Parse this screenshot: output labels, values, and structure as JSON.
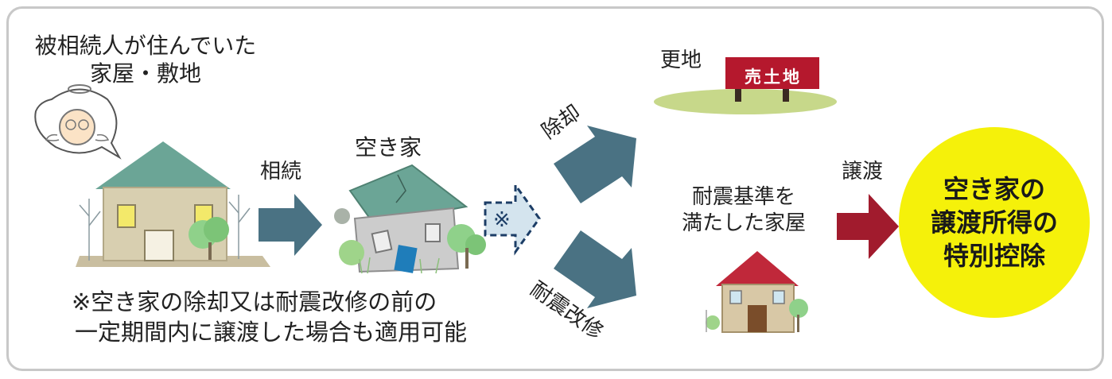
{
  "heir_house_label": "被相続人が住んでいた\n家屋・敷地",
  "inherit_label": "相続",
  "vacant_house_label": "空き家",
  "note_mark": "※",
  "demolish_label": "除却",
  "retrofit_label": "耐震改修",
  "vacant_lot_label": "更地",
  "sign_text": "売土地",
  "earthquake_house_label": "耐震基準を\n満たした家屋",
  "transfer_label": "譲渡",
  "result_label": "空き家の\n譲渡所得の\n特別控除",
  "footnote_line1": "※空き家の除却又は耐震改修の前の",
  "footnote_line2": "一定期間内に譲渡した場合も適用可能",
  "colors": {
    "arrow_teal": "#4a7283",
    "arrow_red": "#a11b2d",
    "result_yellow": "#f5f10a",
    "house_roof": "#6ba596",
    "house_wall": "#d8cfb0",
    "new_house_roof": "#c0283a",
    "dashed_arrow": "#1c3d66"
  }
}
